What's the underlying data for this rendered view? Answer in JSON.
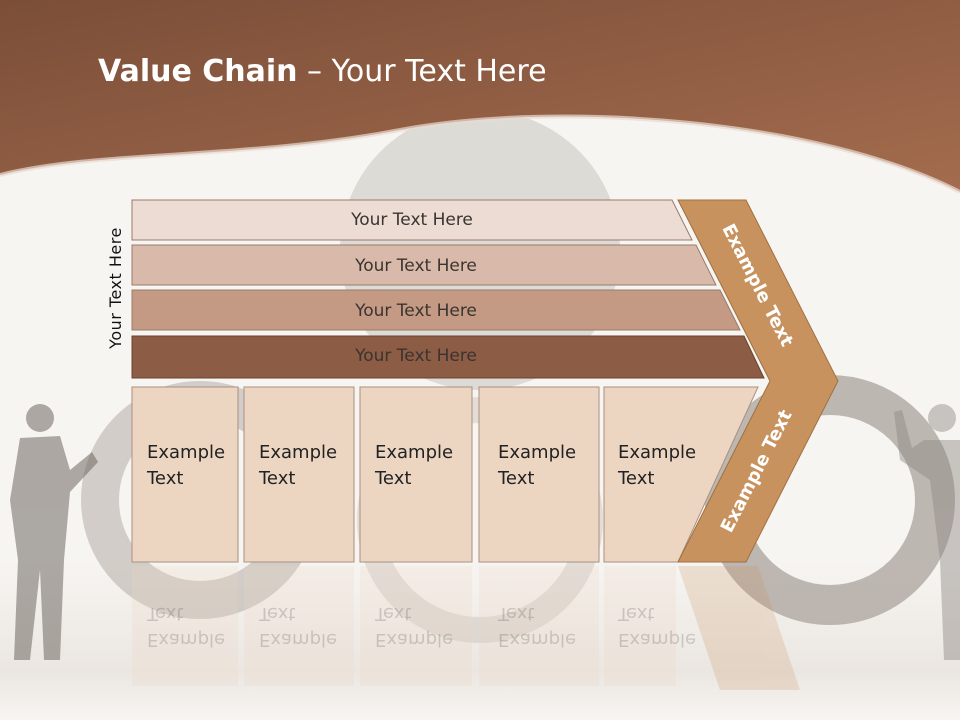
{
  "title": {
    "bold": "Value Chain",
    "rest": " – Your Text Here"
  },
  "side_label": "Your Text Here",
  "bars": [
    {
      "label": "Your Text Here",
      "color": "#ecdcd4"
    },
    {
      "label": "Your Text Here",
      "color": "#d9b9a9"
    },
    {
      "label": "Your Text Here",
      "color": "#c49a84"
    },
    {
      "label": "Your Text Here",
      "color": "#8c5c44"
    }
  ],
  "cells": [
    {
      "line1": "Example",
      "line2": "Text"
    },
    {
      "line1": "Example",
      "line2": "Text"
    },
    {
      "line1": "Example",
      "line2": "Text"
    },
    {
      "line1": "Example",
      "line2": "Text"
    },
    {
      "line1": "Example",
      "line2": "Text"
    }
  ],
  "arrow_top_label": "Example Text",
  "arrow_bottom_label": "Example Text",
  "colors": {
    "header": "#8f5a40",
    "arrow": "#c8925e",
    "cell": "#ecd6c2"
  }
}
